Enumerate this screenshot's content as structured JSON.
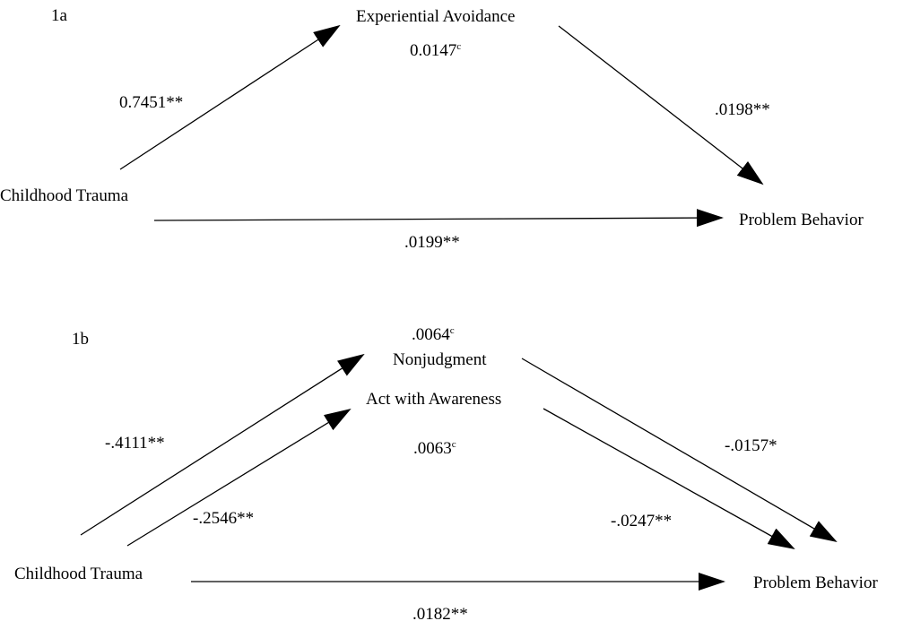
{
  "panel_a": {
    "label": "1a",
    "nodes": {
      "predictor": "Childhood Trauma",
      "mediator": "Experiential Avoidance",
      "outcome": "Problem Behavior"
    },
    "paths": {
      "a": "0.7451**",
      "b": ".0198**",
      "direct": ".0199**"
    },
    "indirect": {
      "value": "0.0147",
      "marker": "c"
    }
  },
  "panel_b": {
    "label": "1b",
    "nodes": {
      "predictor": "Childhood Trauma",
      "mediator_1": "Nonjudgment",
      "mediator_2": "Act with Awareness",
      "outcome": "Problem Behavior"
    },
    "paths": {
      "a1": "-.4111**",
      "a2": "-.2546**",
      "b1": "-.0157*",
      "b2": "-.0247**",
      "direct": ".0182**"
    },
    "indirect_1": {
      "value": ".0064",
      "marker": "c"
    },
    "indirect_2": {
      "value": ".0063",
      "marker": "c"
    }
  }
}
